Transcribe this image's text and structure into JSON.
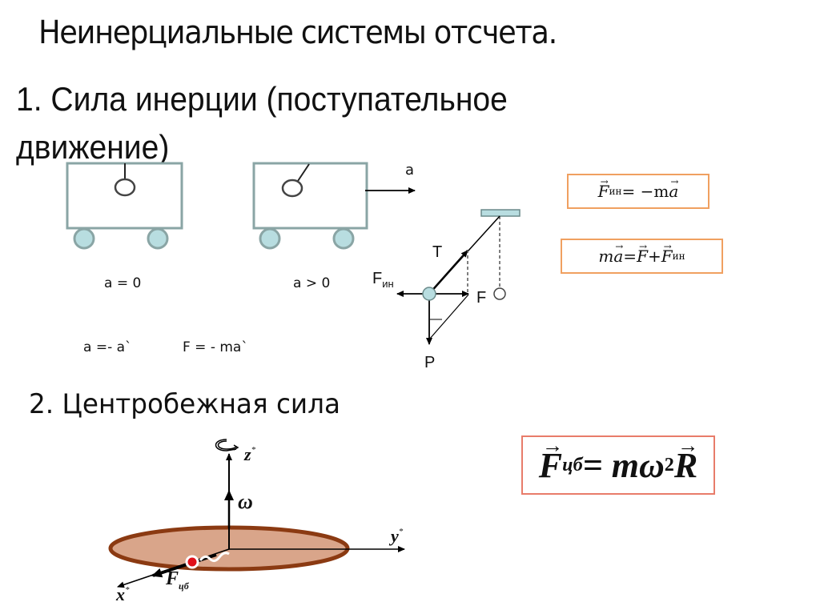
{
  "slide": {
    "title": "Неинерциальные системы отсчета.",
    "section1": {
      "heading": "1. Сила инерции (поступательное движение)",
      "cart_left_label": "a = 0",
      "cart_right_label": "a > 0",
      "accel_arrow_label": "a",
      "relation_accel": "a =- a`",
      "relation_force": "F = - ma`",
      "pendulum": {
        "tension_label": "T",
        "inertial_force_label": "F",
        "inertial_force_sub": "ин",
        "resultant_label": "F",
        "weight_label": "P"
      },
      "formula_inertial": {
        "lhs": "F",
        "lhs_sub": "ин",
        "eq": " = −m",
        "rhs_vec": "a"
      },
      "formula_newton": {
        "lhs_m": "m",
        "lhs_vec": "a",
        "eq": " = ",
        "f": "F",
        "plus": " + ",
        "fin": "F",
        "fin_sub": "ин"
      }
    },
    "section2": {
      "heading": "2. Центробежная сила",
      "axes": {
        "z": "z",
        "y": "y",
        "x": "x",
        "star": "*"
      },
      "omega_label": "ω",
      "force_label": "F",
      "force_sub": "цб",
      "formula_centrifugal": {
        "lhs": "F",
        "lhs_sub": "цб",
        "eq": " = mω",
        "pow": "2",
        "rhs_vec": "R"
      }
    },
    "colors": {
      "cart_border": "#8aa5a5",
      "wheel_fill": "#b8dde0",
      "formula_border": "#f0a060",
      "formula2_border": "#e87c6a",
      "disk_fill": "#d9a58a",
      "disk_border": "#8b3a12",
      "mass_red": "#e0101a"
    }
  }
}
